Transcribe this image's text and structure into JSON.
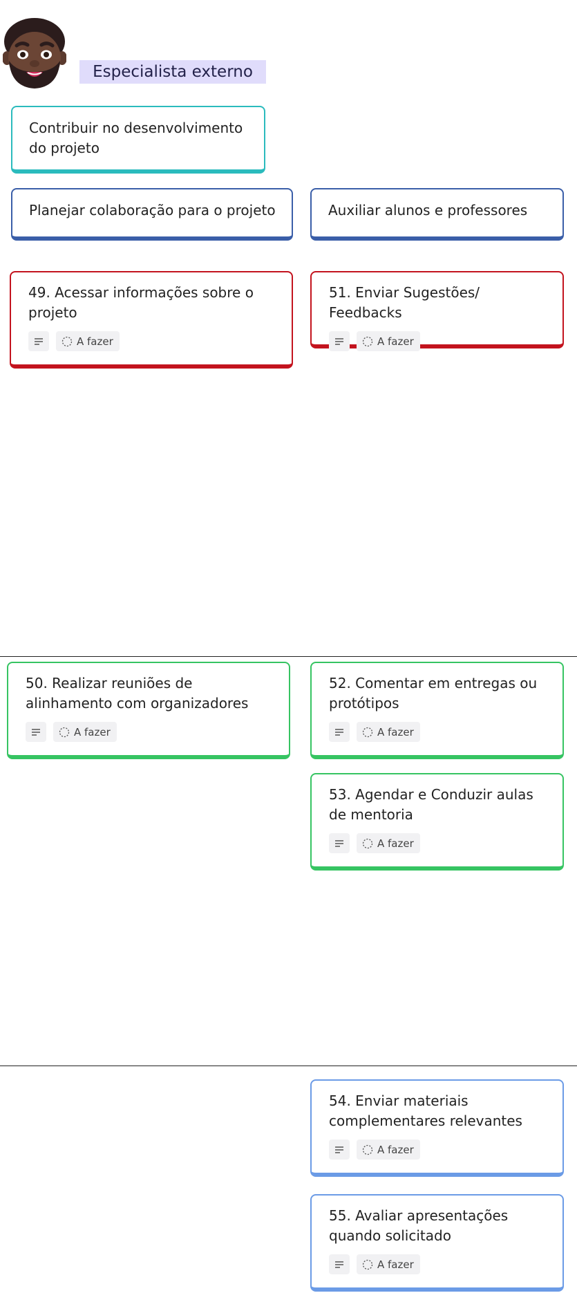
{
  "persona": {
    "name": "Especialista externo",
    "avatar_icon": "bearded-man-avatar"
  },
  "goal": {
    "label": "Contribuir no desenvolvimento do projeto"
  },
  "activities": [
    {
      "label": "Planejar colaboração para o projeto"
    },
    {
      "label": "Auxiliar alunos e professores"
    }
  ],
  "tasks": [
    {
      "title": "49. Acessar informações sobre o projeto",
      "status": "A fazer"
    },
    {
      "title": "51. Enviar Sugestões/ Feedbacks",
      "status": "A fazer"
    },
    {
      "title": "50. Realizar reuniões de alinhamento com organizadores",
      "status": "A fazer"
    },
    {
      "title": "52. Comentar em entregas ou protótipos",
      "status": "A fazer"
    },
    {
      "title": "53. Agendar e Conduzir aulas de mentoria",
      "status": "A fazer"
    },
    {
      "title": "54. Enviar materiais complementares relevantes",
      "status": "A fazer"
    },
    {
      "title": "55. Avaliar apresentações quando solicitado",
      "status": "A fazer"
    }
  ],
  "colors": {
    "goal": "#2bbbbd",
    "activity": "#3a5ea8",
    "release_1": "#c3131e",
    "release_2": "#36c462",
    "release_3": "#6b9be6",
    "persona_badge": "#e0dcfb"
  }
}
